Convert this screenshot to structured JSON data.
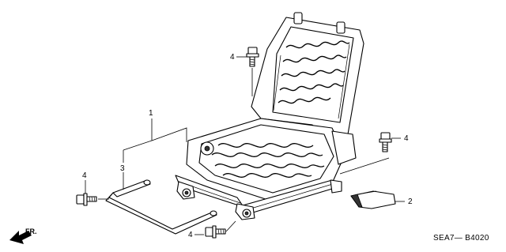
{
  "diagram": {
    "callouts": [
      {
        "id": "frame",
        "label": "1"
      },
      {
        "id": "cover",
        "label": "2"
      },
      {
        "id": "bar",
        "label": "3"
      },
      {
        "id": "bolt-top",
        "label": "4"
      },
      {
        "id": "bolt-right",
        "label": "4"
      },
      {
        "id": "bolt-left",
        "label": "4"
      },
      {
        "id": "bolt-bottom",
        "label": "4"
      }
    ],
    "direction_label": "FR.",
    "diagram_code": "SEA7— B4020"
  }
}
